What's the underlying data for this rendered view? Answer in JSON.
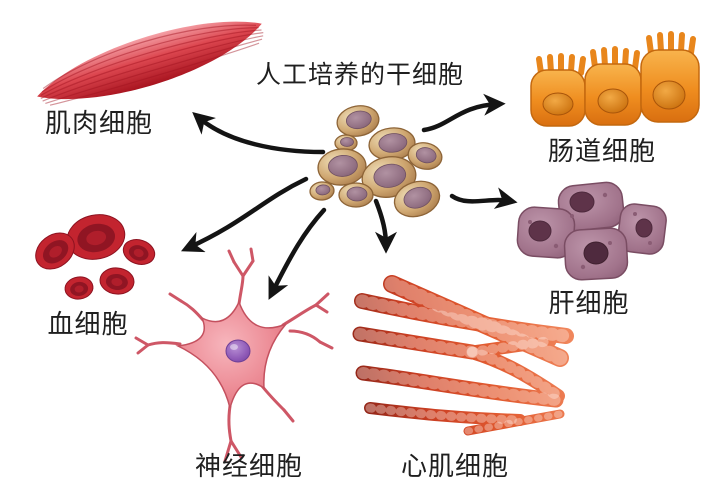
{
  "title": "人工培养的干细胞",
  "cells": {
    "muscle": {
      "label": "肌肉细胞",
      "color": "#c3242f"
    },
    "intestinal": {
      "label": "肠道细胞",
      "color": "#ef8d1f"
    },
    "blood": {
      "label": "血细胞",
      "color": "#c3242f"
    },
    "liver": {
      "label": "肝细胞",
      "color": "#a1738b"
    },
    "neuron": {
      "label": "神经细胞",
      "color": "#ec8a94"
    },
    "cardiac": {
      "label": "心肌细胞",
      "color": "#d8502c"
    }
  },
  "stem_cluster": {
    "body_color": "#cfa771",
    "nucleus_color": "#927083"
  },
  "arrows": [
    {
      "from": "stem-cells",
      "to": "muscle"
    },
    {
      "from": "stem-cells",
      "to": "intestinal"
    },
    {
      "from": "stem-cells",
      "to": "blood"
    },
    {
      "from": "stem-cells",
      "to": "liver"
    },
    {
      "from": "stem-cells",
      "to": "neuron"
    },
    {
      "from": "stem-cells",
      "to": "cardiac"
    }
  ],
  "arrow_color": "#141414",
  "background": "#ffffff"
}
